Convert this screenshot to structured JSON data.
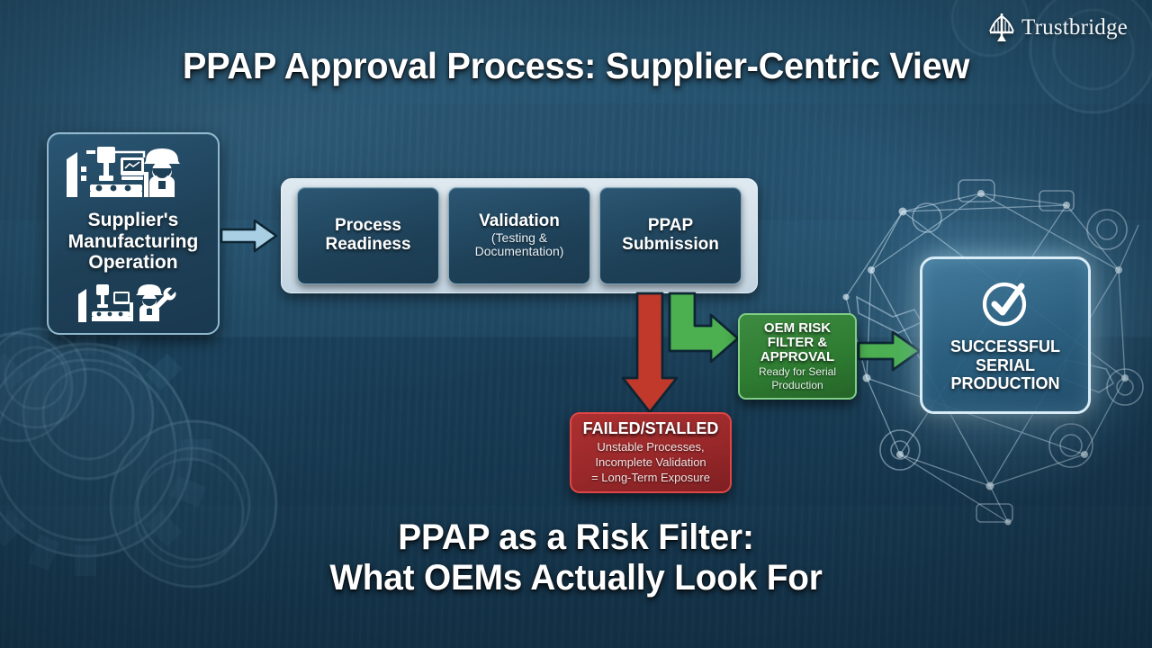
{
  "brand": {
    "name": "Trustbridge",
    "logo_icon": "bridge-icon"
  },
  "header": {
    "title": "PPAP Approval Process: Supplier-Centric View"
  },
  "supplier": {
    "label": "Supplier's\nManufacturing\nOperation",
    "label_line1": "Supplier's",
    "label_line2": "Manufacturing",
    "label_line3": "Operation",
    "top_icon": "factory-machine-and-worker-icon",
    "bottom_icon": "factory-machine-and-worker-with-wrench-icon"
  },
  "chain": {
    "steps": [
      {
        "title": "Process\nReadiness",
        "title_line1": "Process",
        "title_line2": "Readiness",
        "sub": ""
      },
      {
        "title": "Validation",
        "title_line1": "Validation",
        "title_line2": "",
        "sub_line1": "(Testing &",
        "sub_line2": "Documentation)"
      },
      {
        "title": "PPAP\nSubmission",
        "title_line1": "PPAP",
        "title_line2": "Submission",
        "sub": ""
      }
    ]
  },
  "outcomes": {
    "oem": {
      "title_line1": "OEM RISK",
      "title_line2": "FILTER &",
      "title_line3": "APPROVAL",
      "sub_line1": "Ready for Serial",
      "sub_line2": "Production",
      "color": "#2e7d32",
      "border_color": "#7fcf86"
    },
    "failed": {
      "title": "FAILED/STALLED",
      "sub_line1": "Unstable Processes,",
      "sub_line2": "Incomplete Validation",
      "sub_line3": "= Long-Term Exposure",
      "color": "#99282a",
      "border_color": "#e04646"
    },
    "success": {
      "icon": "check-circle-icon",
      "label_line1": "SUCCESSFUL",
      "label_line2": "SERIAL",
      "label_line3": "PRODUCTION",
      "glow_color": "#d7ecf7"
    }
  },
  "arrows": {
    "supplier_to_chain": {
      "name": "supplier-to-chain-arrow",
      "color": "#a8cfe4"
    },
    "chain_to_failed": {
      "name": "chain-to-failed-arrow",
      "color": "#c0392b"
    },
    "chain_to_oem": {
      "name": "chain-to-oem-arrow",
      "color": "#4caf50"
    },
    "oem_to_success": {
      "name": "oem-to-success-arrow",
      "color": "#4caf50"
    }
  },
  "caption": {
    "line1": "PPAP as a Risk Filter:",
    "line2": "What OEMs Actually Look For"
  },
  "theme": {
    "background": "#1d4158",
    "card_fill": "#1e4158",
    "card_border": "#8fb8cf",
    "band_fill": "#ccdbe6",
    "text": "#ffffff"
  }
}
